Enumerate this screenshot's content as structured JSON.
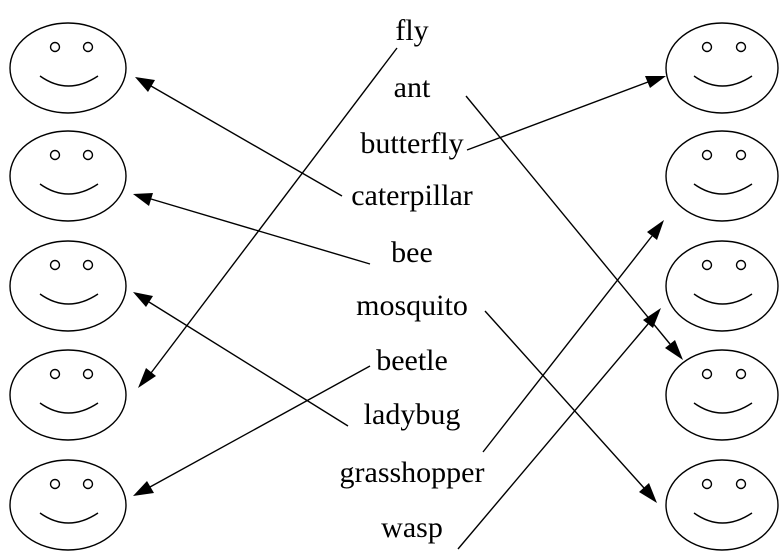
{
  "words": [
    "fly",
    "ant",
    "butterfly",
    "caterpillar",
    "bee",
    "mosquito",
    "beetle",
    "ladybug",
    "grasshopper",
    "wasp"
  ],
  "faces": {
    "left_count": 5,
    "right_count": 5
  },
  "links": [
    {
      "from": "fly",
      "to": "left-face-4"
    },
    {
      "from": "ant",
      "to": "right-face-4"
    },
    {
      "from": "butterfly",
      "to": "right-face-1"
    },
    {
      "from": "caterpillar",
      "to": "left-face-1"
    },
    {
      "from": "bee",
      "to": "left-face-2"
    },
    {
      "from": "mosquito",
      "to": "right-face-5"
    },
    {
      "from": "beetle",
      "to": "left-face-5"
    },
    {
      "from": "ladybug",
      "to": "left-face-3"
    },
    {
      "from": "grasshopper",
      "to": "right-face-2"
    },
    {
      "from": "wasp",
      "to": "right-face-3"
    }
  ],
  "colors": {
    "ink": "#000000",
    "background": "#ffffff"
  }
}
